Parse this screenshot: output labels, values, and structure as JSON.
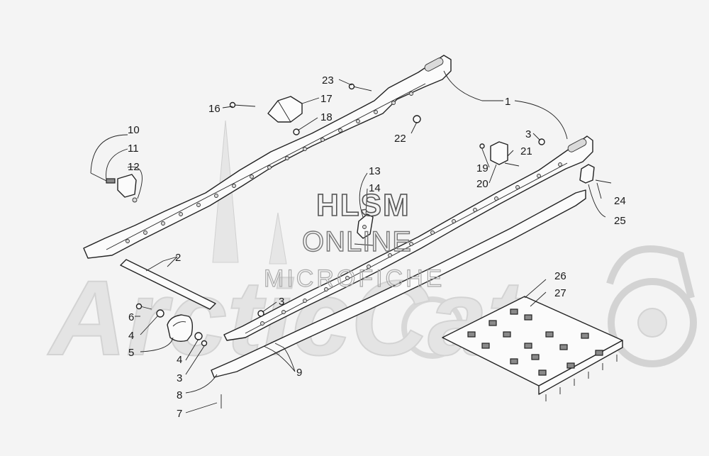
{
  "watermark": {
    "line1": "HLSM",
    "line2": "ONLINE",
    "line3": "MICROFICHE",
    "brand": "ArcticCat"
  },
  "callouts": [
    {
      "id": "c1",
      "text": "1"
    },
    {
      "id": "c2",
      "text": "2"
    },
    {
      "id": "c3a",
      "text": "3"
    },
    {
      "id": "c3b",
      "text": "3"
    },
    {
      "id": "c3c",
      "text": "3"
    },
    {
      "id": "c4a",
      "text": "4"
    },
    {
      "id": "c4b",
      "text": "4"
    },
    {
      "id": "c5",
      "text": "5"
    },
    {
      "id": "c6",
      "text": "6"
    },
    {
      "id": "c7",
      "text": "7"
    },
    {
      "id": "c8",
      "text": "8"
    },
    {
      "id": "c9",
      "text": "9"
    },
    {
      "id": "c10",
      "text": "10"
    },
    {
      "id": "c11",
      "text": "11"
    },
    {
      "id": "c12",
      "text": "12"
    },
    {
      "id": "c13",
      "text": "13"
    },
    {
      "id": "c14",
      "text": "14"
    },
    {
      "id": "c16",
      "text": "16"
    },
    {
      "id": "c17",
      "text": "17"
    },
    {
      "id": "c18",
      "text": "18"
    },
    {
      "id": "c19",
      "text": "19"
    },
    {
      "id": "c20",
      "text": "20"
    },
    {
      "id": "c21",
      "text": "21"
    },
    {
      "id": "c22",
      "text": "22"
    },
    {
      "id": "c23",
      "text": "23"
    },
    {
      "id": "c24",
      "text": "24"
    },
    {
      "id": "c25",
      "text": "25"
    },
    {
      "id": "c26",
      "text": "26"
    },
    {
      "id": "c27",
      "text": "27"
    }
  ]
}
